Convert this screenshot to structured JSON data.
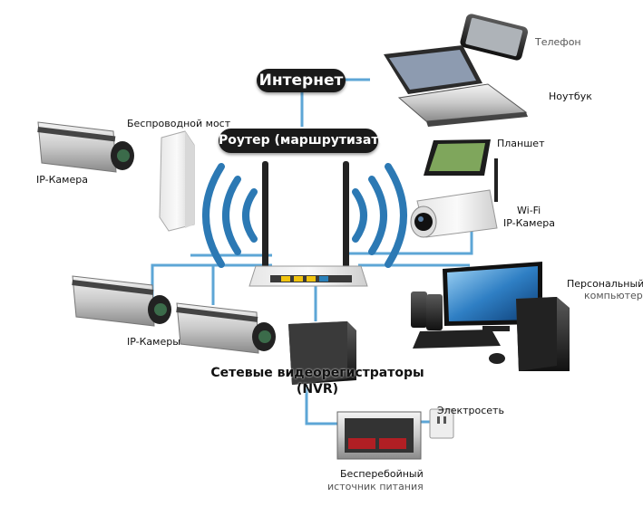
{
  "colors": {
    "connection": "#5da6d6",
    "wifi": "#2c79b4",
    "pill_bg": "#1a1a1a"
  },
  "labels": {
    "internet": "Интернет",
    "router": "Роутер (маршрутизатор)",
    "wireless_bridge": "Беспроводной мост",
    "ip_camera": "IP-Камера",
    "phone": "Телефон",
    "laptop": "Ноутбук",
    "tablet": "Планшет",
    "wifi_camera_line1": "Wi-Fi",
    "wifi_camera_line2": "IP-Камера",
    "pc_line1": "Персональный",
    "pc_line2": "компьютер",
    "ip_cameras": "IP-Камеры",
    "nvr_line1": "Сетевые видеорегистраторы",
    "nvr_line2": "(NVR)",
    "power_grid": "Электросеть",
    "ups_line1": "Бесперебойный",
    "ups_line2": "источник питания"
  },
  "icons": [
    "phone-icon",
    "laptop-icon",
    "tablet-icon",
    "wifi-camera-icon",
    "pc-icon",
    "monitor-icon",
    "speaker-icon",
    "keyboard-icon",
    "mouse-icon",
    "router-icon",
    "antenna-icon",
    "wireless-bridge-icon",
    "ip-camera-icon",
    "nvr-icon",
    "ups-icon",
    "power-outlet-icon",
    "wifi-waves-icon"
  ]
}
